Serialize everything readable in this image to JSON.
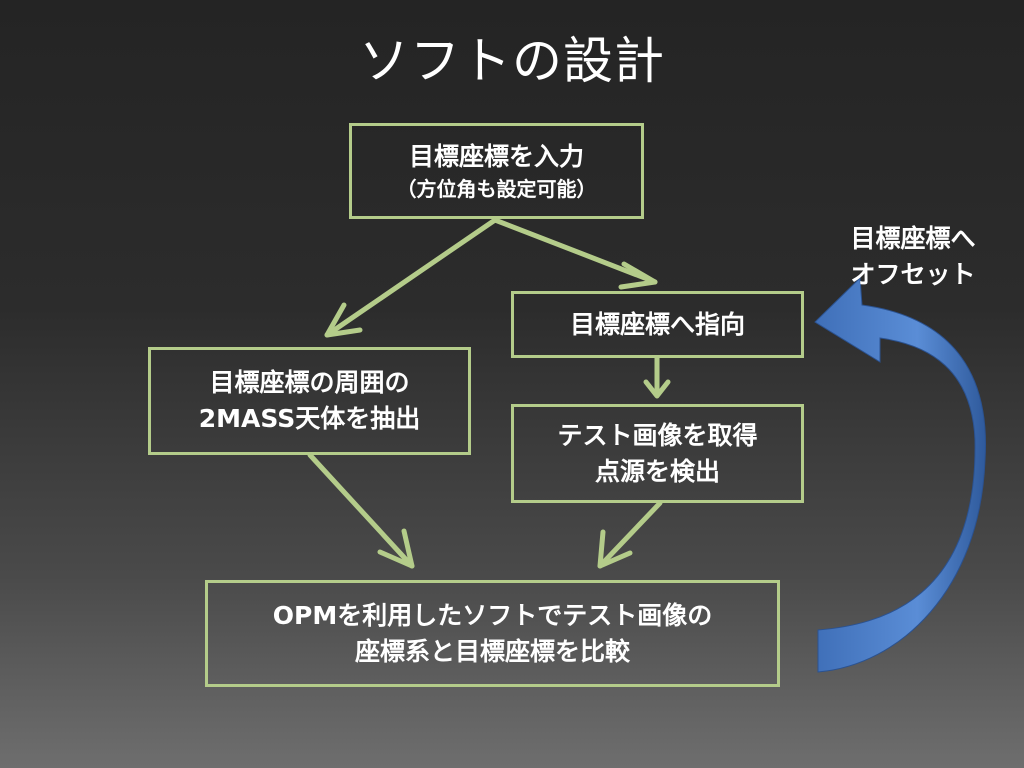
{
  "title": "ソフトの設計",
  "boxes": {
    "input": {
      "line1": "目標座標を入力",
      "line2": "（方位角も設定可能）"
    },
    "point": {
      "line1": "目標座標へ指向"
    },
    "extract": {
      "line1": "目標座標の周囲の",
      "line2": "2MASS天体を抽出"
    },
    "test": {
      "line1": "テスト画像を取得",
      "line2": "点源を検出"
    },
    "compare": {
      "line1": "OPMを利用したソフトでテスト画像の",
      "line2": "座標系と目標座標を比較"
    }
  },
  "side_label": {
    "line1": "目標座標へ",
    "line2": "オフセット"
  },
  "colors": {
    "box_border": "#b4cc8a",
    "arrow": "#b4cc8a",
    "curved_arrow": "#4f7fc4",
    "text": "#ffffff"
  }
}
